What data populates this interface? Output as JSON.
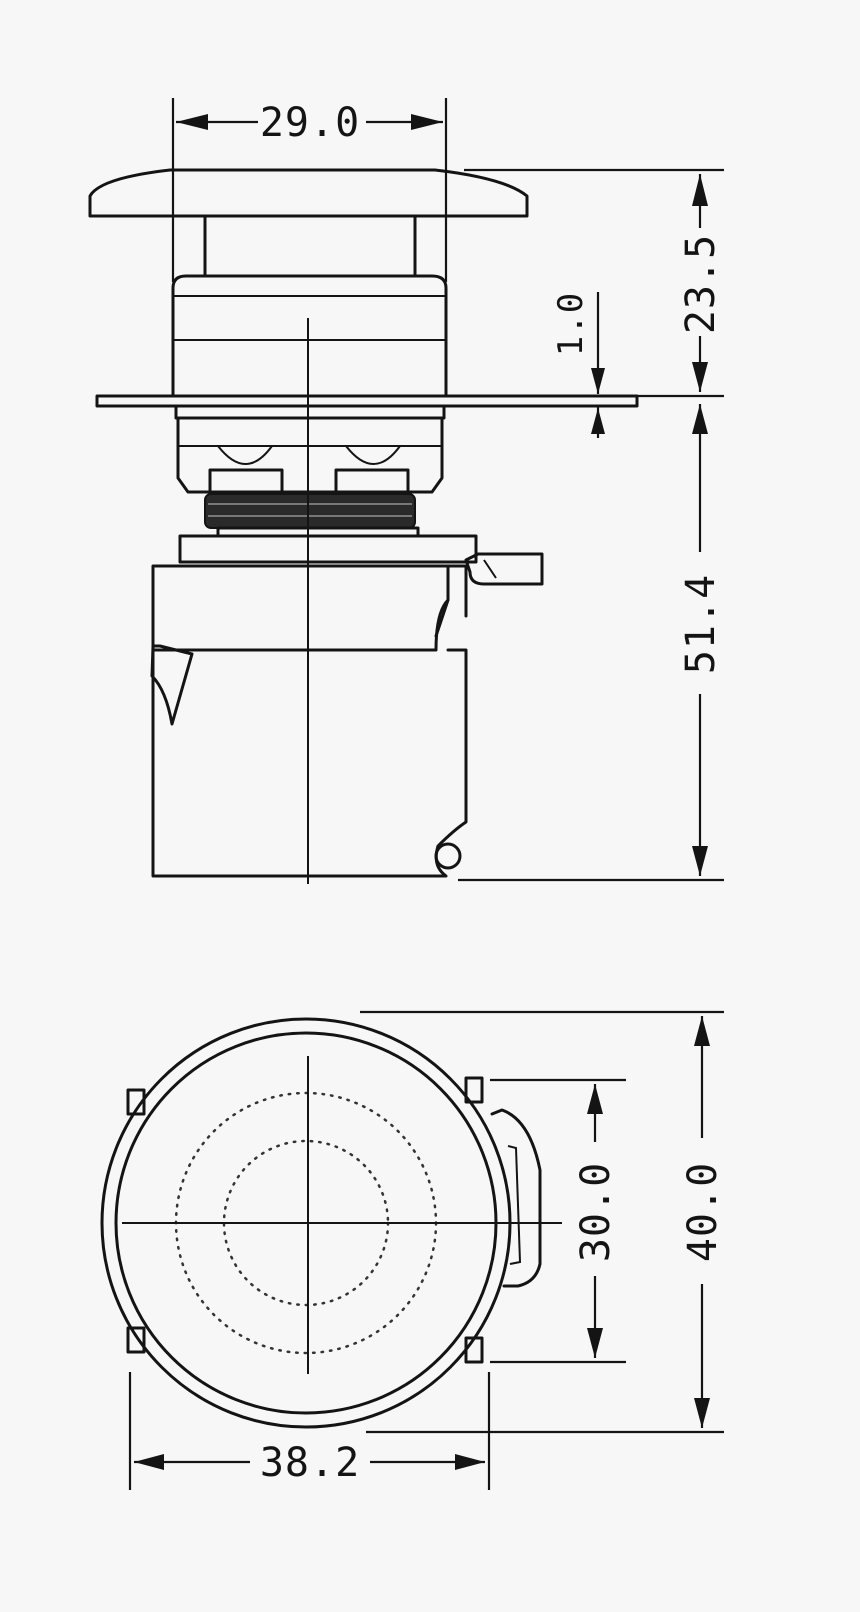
{
  "diagram": {
    "dimensions": {
      "width_button_head": "29.0",
      "height_head_to_panel": "23.5",
      "panel_thickness": "1.0",
      "height_below_panel": "51.4",
      "inner_diameter": "30.0",
      "outer_diameter": "40.0",
      "base_width": "38.2"
    }
  }
}
